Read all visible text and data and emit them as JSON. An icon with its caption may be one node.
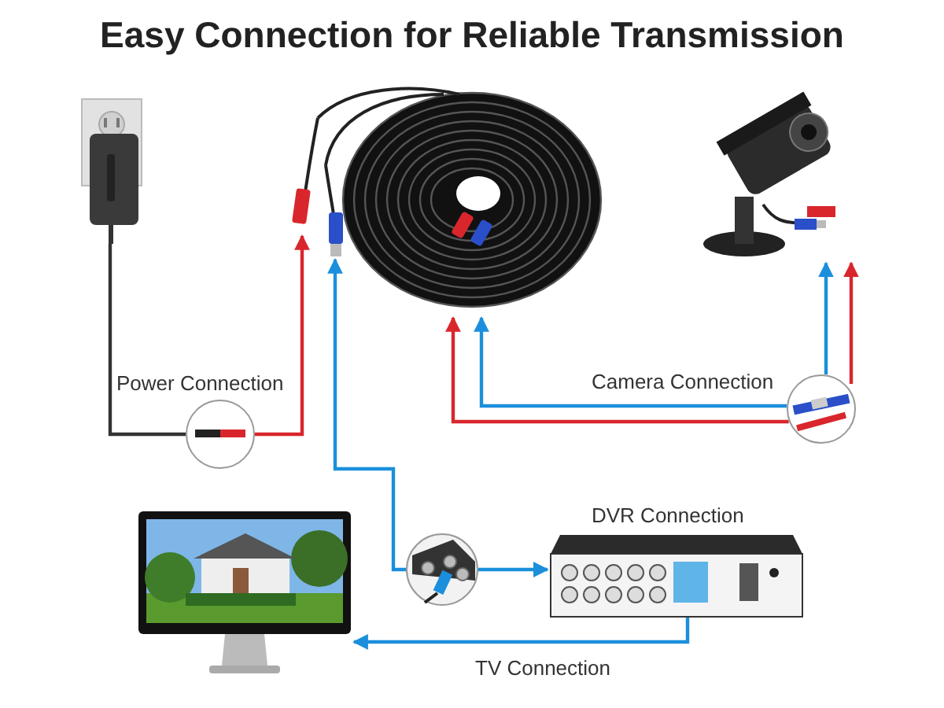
{
  "diagram": {
    "title": "Easy Connection for Reliable Transmission",
    "nodes": [
      {
        "text": [],
        "shape": "picture"
      },
      {
        "text": [],
        "shape": "picture"
      },
      {
        "text": [],
        "shape": "picture"
      },
      {
        "text": [],
        "shape": "picture",
        "beside": [
          "Power Connection"
        ]
      },
      {
        "text": [],
        "shape": "picture",
        "beside": [
          "Camera Connection"
        ]
      },
      {
        "text": [],
        "shape": "picture"
      },
      {
        "text": [],
        "shape": "picture"
      },
      {
        "text": [],
        "shape": "picture",
        "beside": [
          "DVR Connection"
        ]
      }
    ],
    "edges": [
      {
        "from": 0,
        "to": 3,
        "arrow": "none",
        "color": "#333333"
      },
      {
        "from": 3,
        "to": 1,
        "arrow": "to",
        "color": "#d9262c"
      },
      {
        "from": 4,
        "to": 2,
        "arrow": "to"
      },
      {
        "from": 4,
        "to": 2,
        "arrow": "to",
        "color": "#d9262c"
      },
      {
        "from": 4,
        "to": 1,
        "arrow": "to"
      },
      {
        "from": 4,
        "to": 1,
        "arrow": "to",
        "color": "#d9262c"
      },
      {
        "from": 6,
        "to": 1,
        "arrow": "to"
      },
      {
        "from": 6,
        "to": 7,
        "arrow": "to"
      },
      {
        "from": 7,
        "to": 5,
        "arrow": "to",
        "label": "TV Connection"
      }
    ]
  }
}
